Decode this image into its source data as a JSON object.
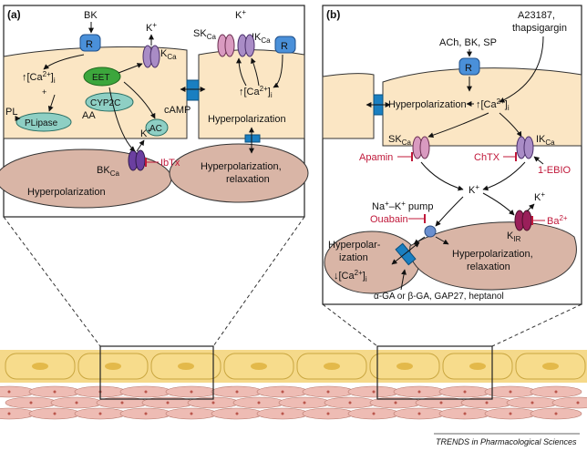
{
  "panel_a": {
    "label": "(a)",
    "bk": "BK",
    "receptor": "R",
    "k_plus": "K",
    "kca": "K",
    "kca_sub": "Ca",
    "ca_i": "[Ca",
    "ca_i_sup": "2+",
    "ca_i_end": "]",
    "ca_i_sub": "i",
    "eet": "EET",
    "cyp2c": "CYP2C",
    "pl": "PL",
    "plipase": "PLipase",
    "aa": "AA",
    "ac": "AC",
    "camp": "cAMP",
    "sk": "SK",
    "ik": "IK",
    "ca_sub": "Ca",
    "hyperpol": "Hyperpolarization",
    "bkca": "BK",
    "ibtx": "IbTx",
    "smc_left": "Hyperpolarization",
    "smc_right_1": "Hyperpolarization,",
    "smc_right_2": "relaxation"
  },
  "panel_b": {
    "label": "(b)",
    "agonist_1": "A23187,",
    "agonist_2": "thapsigargin",
    "agonist_3": "ACh, BK, SP",
    "receptor": "R",
    "hyperpol": "Hyperpolarization",
    "ca_i": "[Ca",
    "ca_sup": "2+",
    "ca_end": "]",
    "ca_sub": "i",
    "sk": "SK",
    "ik": "IK",
    "ca_label": "Ca",
    "apamin": "Apamin",
    "chtx": "ChTX",
    "ebio": "1-EBIO",
    "k_plus": "K",
    "pump_1": "Na",
    "pump_2": "–K",
    "pump_3": " pump",
    "ouabain": "Ouabain",
    "kir": "K",
    "kir_sub": "IR",
    "ba": "Ba",
    "ba_sup": "2+",
    "smc_left_1": "Hyperpolar-",
    "smc_left_2": "ization",
    "smc_left_ca": "[Ca",
    "smc_right_1": "Hyperpolarization,",
    "smc_right_2": "relaxation",
    "gap_blockers": "α-GA or β-GA, GAP27, heptanol"
  },
  "credit": "TRENDS in Pharmacological Sciences"
}
